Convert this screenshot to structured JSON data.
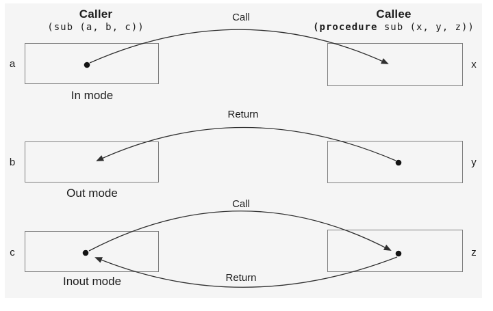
{
  "diagram": {
    "caller": {
      "title": "Caller",
      "signature": "(sub (a, b, c))"
    },
    "callee": {
      "title": "Callee",
      "signature_bold": "(procedure",
      "signature_rest": " sub (x, y, z))"
    },
    "rows": [
      {
        "caller_var": "a",
        "callee_var": "x",
        "mode": "In mode",
        "arrows": [
          {
            "label": "Call",
            "from": "caller",
            "to": "callee"
          }
        ]
      },
      {
        "caller_var": "b",
        "callee_var": "y",
        "mode": "Out mode",
        "arrows": [
          {
            "label": "Return",
            "from": "callee",
            "to": "caller"
          }
        ]
      },
      {
        "caller_var": "c",
        "callee_var": "z",
        "mode": "Inout mode",
        "arrows": [
          {
            "label": "Call",
            "from": "caller",
            "to": "callee"
          },
          {
            "label": "Return",
            "from": "callee",
            "to": "caller"
          }
        ]
      }
    ],
    "colors": {
      "background": "#f5f5f5",
      "line": "#2f2f2f",
      "box_border": "#7d7d7d",
      "text": "#1c1c1c"
    }
  }
}
